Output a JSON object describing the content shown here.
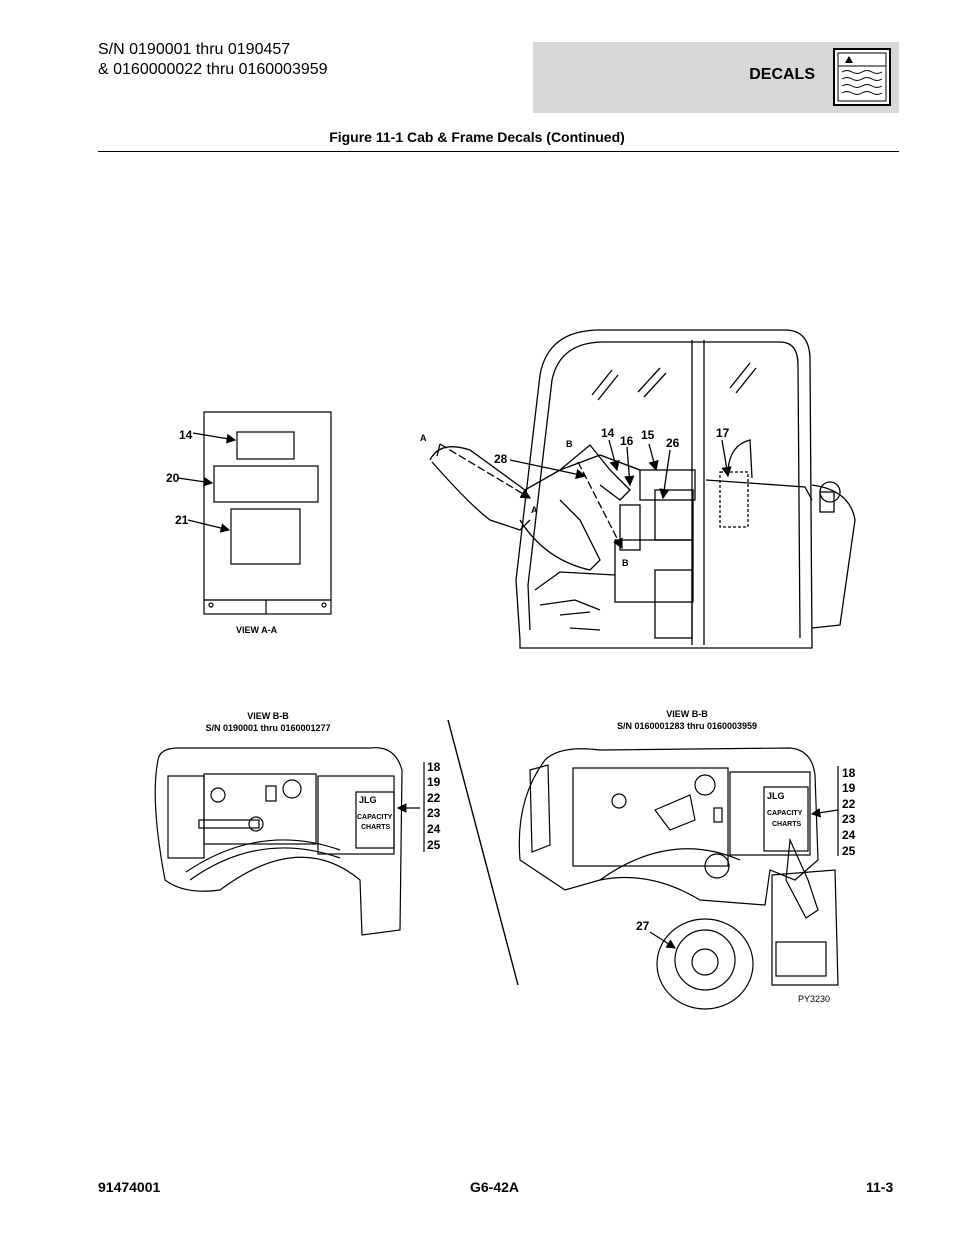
{
  "header": {
    "serial_line1": "S/N 0190001 thru 0190457",
    "serial_line2": "& 0160000022 thru 0160003959",
    "section": "DECALS"
  },
  "figure": {
    "title": "Figure 11-1 Cab & Frame Decals (Continued)",
    "view_aa": {
      "caption": "VIEW A-A",
      "callouts": [
        "14",
        "20",
        "21"
      ]
    },
    "cab": {
      "section_marks": [
        "A",
        "A",
        "B",
        "B"
      ],
      "callouts": [
        "14",
        "16",
        "15",
        "26",
        "17",
        "28"
      ]
    },
    "view_bb_left": {
      "caption_line1": "VIEW B-B",
      "caption_line2": "S/N 0190001 thru 0160001277",
      "decal_text": [
        "JLG",
        "CAPACITY",
        "CHARTS"
      ],
      "callouts": [
        "18",
        "19",
        "22",
        "23",
        "24",
        "25"
      ]
    },
    "view_bb_right": {
      "caption_line1": "VIEW B-B",
      "caption_line2": "S/N 0160001283 thru 0160003959",
      "decal_text": [
        "JLG",
        "CAPACITY",
        "CHARTS"
      ],
      "callouts": [
        "18",
        "19",
        "22",
        "23",
        "24",
        "25"
      ],
      "detail_callout": "27"
    },
    "drawing_id": "PY3230"
  },
  "footer": {
    "part_number": "91474001",
    "model": "G6-42A",
    "page": "11-3"
  }
}
